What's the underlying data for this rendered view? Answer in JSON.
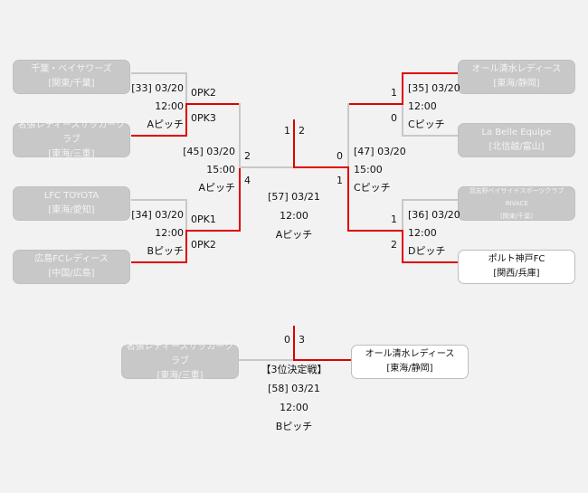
{
  "teams": {
    "l1": {
      "name": "千葉・ベイサワーズ",
      "region": "[関東/千葉]"
    },
    "l2": {
      "name": "名張レディースサッカークラブ",
      "region": "[東海/三重]"
    },
    "l3": {
      "name": "LFC TOYOTA",
      "region": "[東海/愛知]"
    },
    "l4": {
      "name": "広島FCレディース",
      "region": "[中国/広島]"
    },
    "r1": {
      "name": "オール清水レディース",
      "region": "[東海/静岡]"
    },
    "r2": {
      "name": "La Belle Equipe",
      "region": "[北信越/富山]"
    },
    "r3": {
      "name": "習志野ベイサイドスポーツクラブINVACE",
      "region": "[関東/千葉]"
    },
    "r4": {
      "name": "ポルト神戸FC",
      "region": "[関西/兵庫]"
    },
    "t1": {
      "name": "名張レディースサッカークラブ",
      "region": "[東海/三重]"
    },
    "t2": {
      "name": "オール清水レディース",
      "region": "[東海/静岡]"
    }
  },
  "matches": {
    "m33": {
      "no": "[33] 03/20",
      "time": "12:00",
      "pitch": "Aピッチ",
      "score_top": "0PK2",
      "score_bottom": "0PK3"
    },
    "m34": {
      "no": "[34] 03/20",
      "time": "12:00",
      "pitch": "Bピッチ",
      "score_top": "0PK1",
      "score_bottom": "0PK2"
    },
    "m35": {
      "no": "[35] 03/20",
      "time": "12:00",
      "pitch": "Cピッチ",
      "score_top": "1",
      "score_bottom": "0"
    },
    "m36": {
      "no": "[36] 03/20",
      "time": "12:00",
      "pitch": "Dピッチ",
      "score_top": "1",
      "score_bottom": "2"
    },
    "m45": {
      "no": "[45] 03/20",
      "time": "15:00",
      "pitch": "Aピッチ",
      "score_top": "2",
      "score_bottom": "4"
    },
    "m47": {
      "no": "[47] 03/20",
      "time": "15:00",
      "pitch": "Cピッチ",
      "score_top": "0",
      "score_bottom": "1"
    },
    "m57": {
      "no": "[57] 03/21",
      "time": "12:00",
      "pitch": "Aピッチ",
      "score_left": "1",
      "score_right": "2"
    },
    "m58": {
      "title": "【3位決定戦】",
      "no": "[58] 03/21",
      "time": "12:00",
      "pitch": "Bピッチ",
      "score_left": "0",
      "score_right": "3"
    }
  }
}
